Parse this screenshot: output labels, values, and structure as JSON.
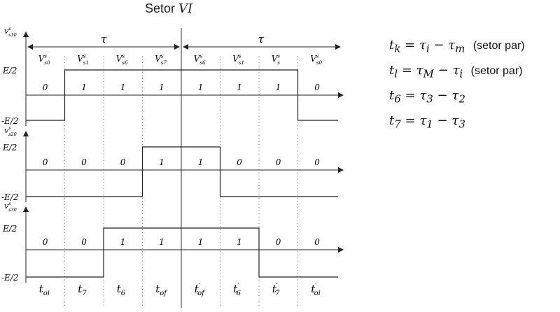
{
  "title": {
    "prefix": "Setor ",
    "sector": "VI"
  },
  "tau_label": "τ",
  "levels": {
    "high": "E/2",
    "low": "-E/2"
  },
  "vector_labels": [
    {
      "base": "V",
      "sup": "s",
      "sub": "s0"
    },
    {
      "base": "V",
      "sup": "s",
      "sub": "s1"
    },
    {
      "base": "V",
      "sup": "s",
      "sub": "s6"
    },
    {
      "base": "V",
      "sup": "s",
      "sub": "s7"
    },
    {
      "base": "V",
      "sup": "s",
      "sub": "s6"
    },
    {
      "base": "V",
      "sup": "s",
      "sub": "s1"
    },
    {
      "base": "V",
      "sup": "s",
      "sub": "s"
    },
    {
      "base": "V",
      "sup": "s",
      "sub": "s0"
    }
  ],
  "signals": [
    {
      "label": {
        "base": "v",
        "sup": "s",
        "sub": "s10"
      },
      "states": [
        "0",
        "1",
        "1",
        "1",
        "1",
        "1",
        "1",
        "0"
      ]
    },
    {
      "label": {
        "base": "v",
        "sup": "s",
        "sub": "s20"
      },
      "states": [
        "0",
        "0",
        "0",
        "1",
        "1",
        "0",
        "0",
        "0"
      ]
    },
    {
      "label": {
        "base": "v",
        "sup": "s",
        "sub": "s30"
      },
      "states": [
        "0",
        "0",
        "1",
        "1",
        "1",
        "1",
        "0",
        "0"
      ]
    }
  ],
  "time_labels": [
    {
      "base": "t",
      "sub": "oi",
      "prime": false
    },
    {
      "base": "t",
      "sub": "7",
      "prime": false
    },
    {
      "base": "t",
      "sub": "6",
      "prime": false
    },
    {
      "base": "t",
      "sub": "of",
      "prime": false
    },
    {
      "base": "t",
      "sub": "of",
      "prime": true
    },
    {
      "base": "t",
      "sub": "6",
      "prime": true
    },
    {
      "base": "t",
      "sub": "7",
      "prime": true
    },
    {
      "base": "t",
      "sub": "oi",
      "prime": true
    }
  ],
  "equations": [
    {
      "lhs": "t_k",
      "rhs": "τ_i − τ_m",
      "note": "(setor par)"
    },
    {
      "lhs": "t_l",
      "rhs": "τ_M − τ_i",
      "note": "(setor par)"
    },
    {
      "lhs": "t_6",
      "rhs": "τ_3 − τ_2",
      "note": ""
    },
    {
      "lhs": "t_7",
      "rhs": "τ_1 − τ_3",
      "note": ""
    }
  ]
}
